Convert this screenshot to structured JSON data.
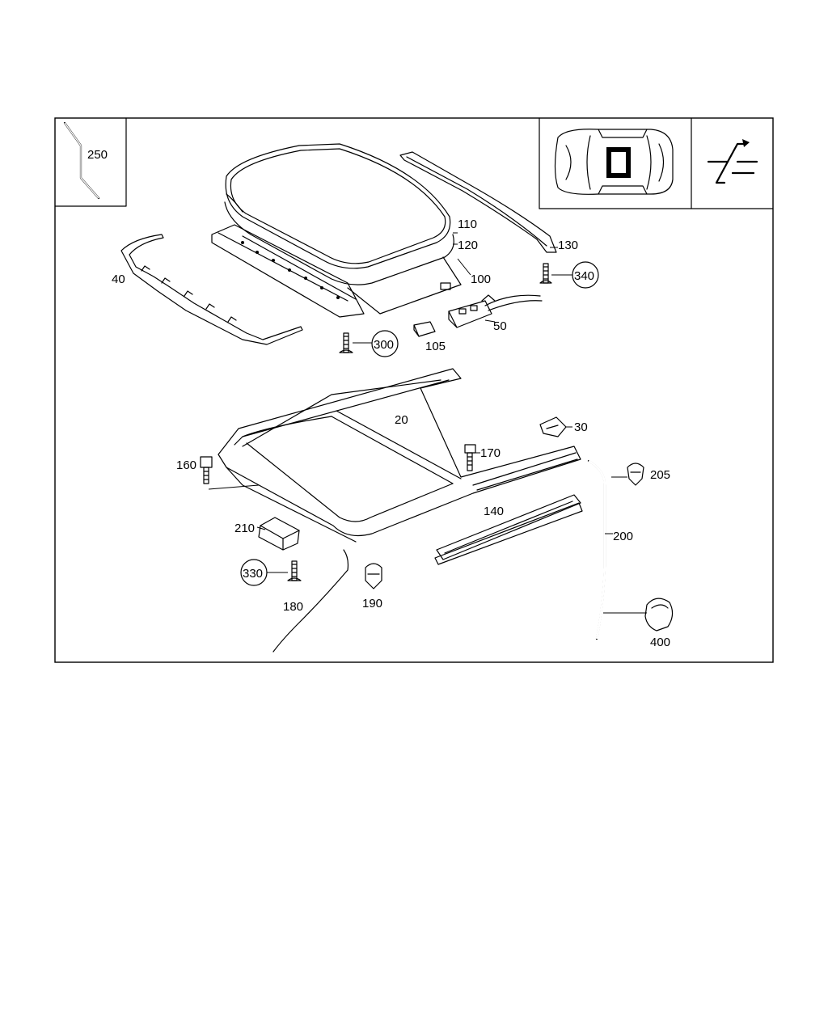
{
  "labels": {
    "p250": "250",
    "p110": "110",
    "p120": "120",
    "p130": "130",
    "p340": "340",
    "p40": "40",
    "p100": "100",
    "p50": "50",
    "p300": "300",
    "p105": "105",
    "p20": "20",
    "p30": "30",
    "p170": "170",
    "p160": "160",
    "p205": "205",
    "p140": "140",
    "p200": "200",
    "p210": "210",
    "p330": "330",
    "p180": "180",
    "p190": "190",
    "p400": "400"
  },
  "icons": {
    "vehicle_view": "car-top-view-icon",
    "section_symbol": "cut-section-icon",
    "detail_part": "seal-strip-icon"
  }
}
